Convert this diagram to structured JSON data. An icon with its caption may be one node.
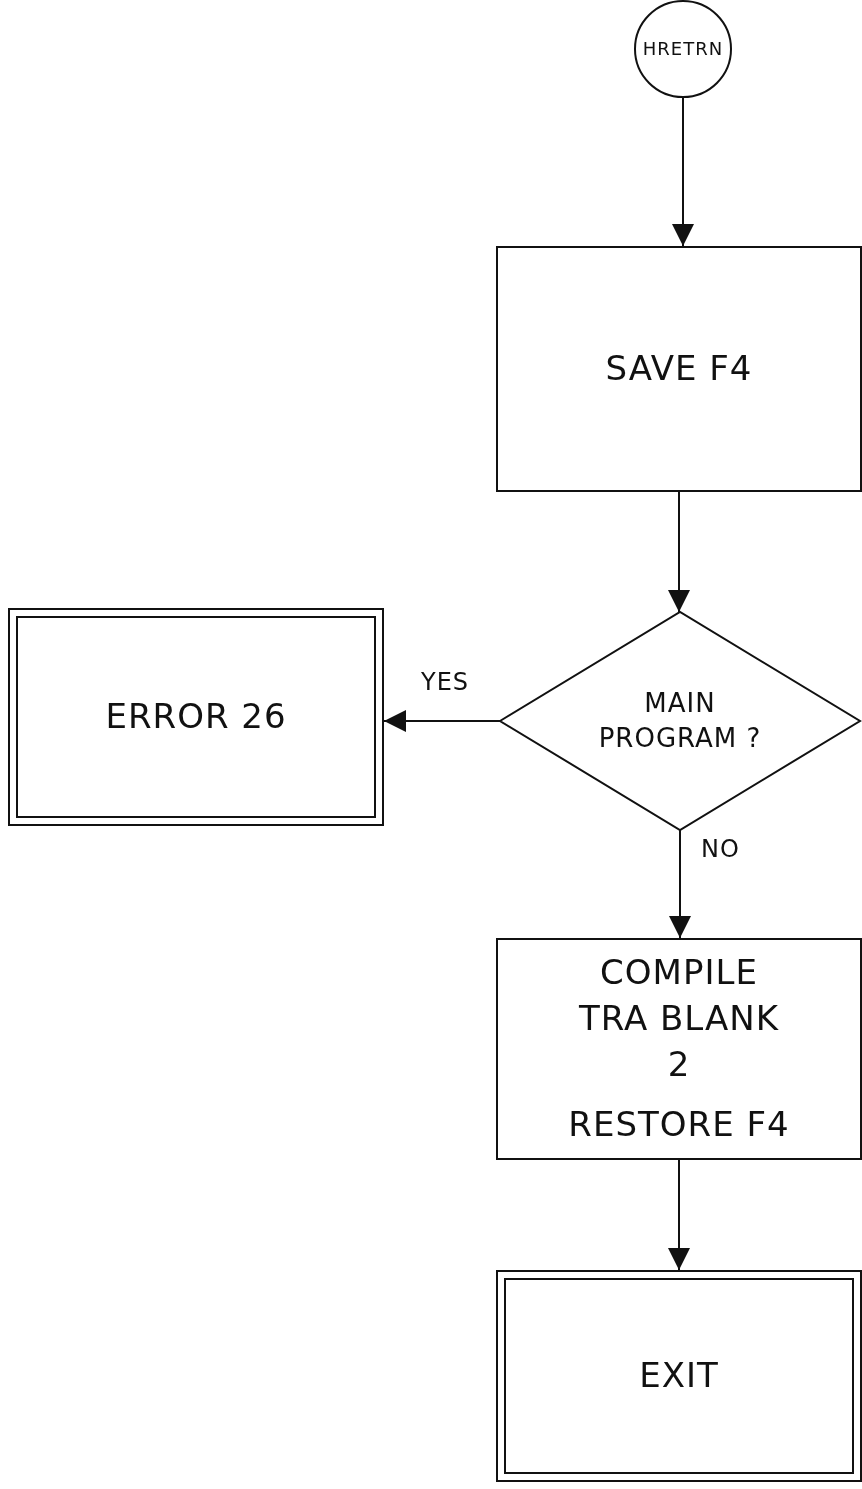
{
  "diagram": {
    "nodes": [
      {
        "text": [
          "HRETRN"
        ]
      },
      {
        "text": [
          "SAVE F4"
        ]
      },
      {
        "text": [
          "MAIN PROGRAM ?"
        ]
      },
      {
        "text": [
          "ERROR 26"
        ]
      },
      {
        "text": [
          "COMPILE TRA BLANK 2",
          "RESTORE F4"
        ]
      },
      {
        "text": [
          "EXIT"
        ]
      }
    ],
    "edges": [
      {
        "from": 0,
        "to": 1,
        "arrow": "to"
      },
      {
        "from": 1,
        "to": 2,
        "arrow": "to"
      },
      {
        "from": 2,
        "to": 3,
        "arrow": "to",
        "label": "YES"
      },
      {
        "from": 2,
        "to": 4,
        "arrow": "to",
        "label": "NO"
      },
      {
        "from": 4,
        "to": 5,
        "arrow": "to"
      }
    ]
  }
}
